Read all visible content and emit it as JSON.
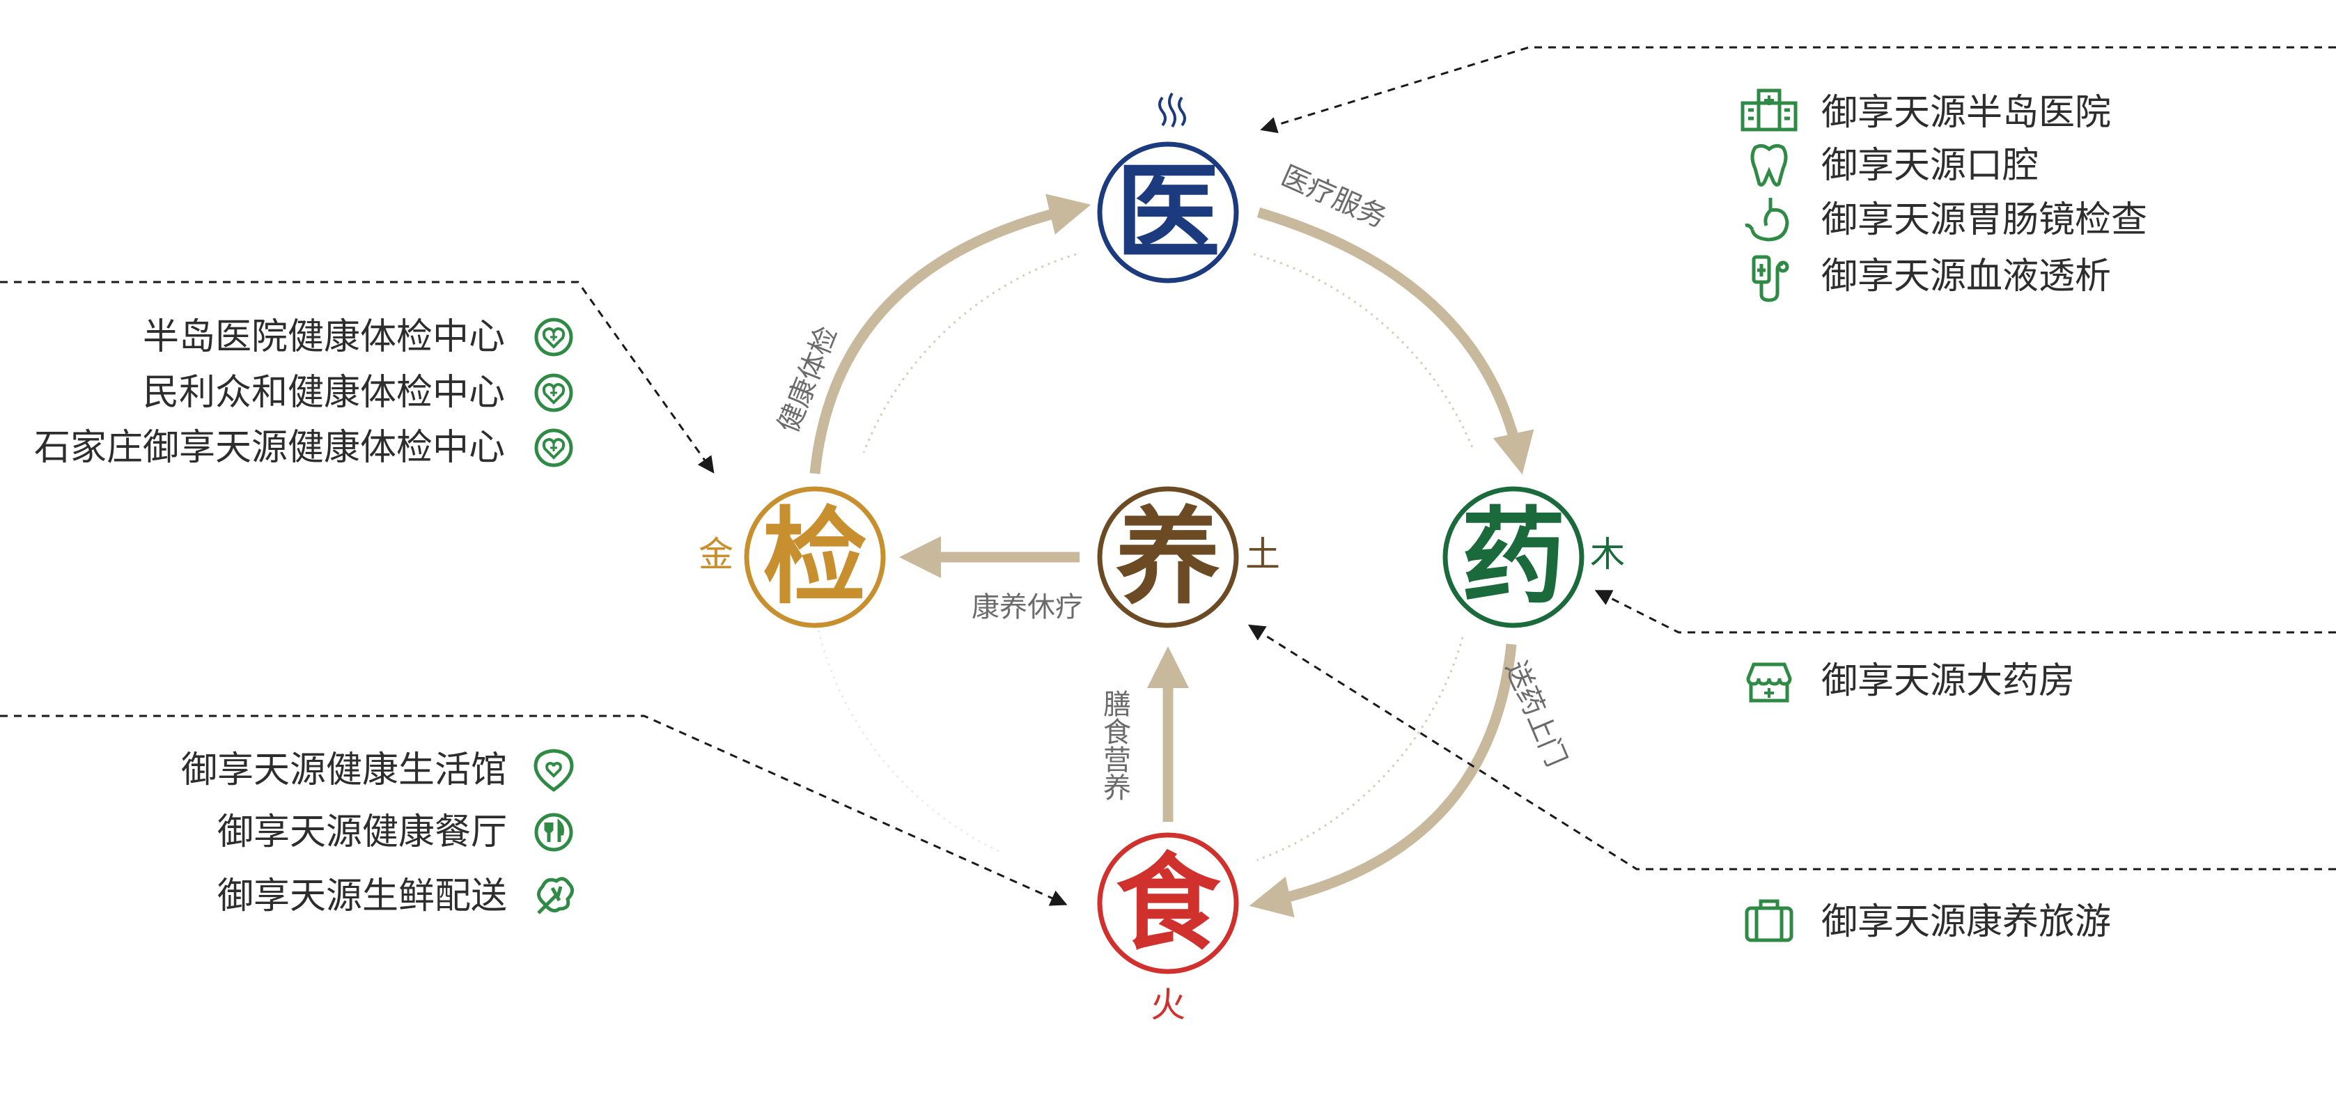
{
  "nodes": {
    "top": {
      "glyph": "医",
      "element": "水",
      "color": "#1c3b7e"
    },
    "right": {
      "glyph": "药",
      "element": "木",
      "color": "#1a6a3c"
    },
    "bottom": {
      "glyph": "食",
      "element": "火",
      "color": "#d0312d"
    },
    "left": {
      "glyph": "检",
      "element": "金",
      "color": "#c78f2e"
    },
    "center": {
      "glyph": "养",
      "element": "土",
      "color": "#6b4a24"
    }
  },
  "flow_labels": {
    "top_right": "医疗服务",
    "right_bottom": "送药上门",
    "center_left": "康养休疗",
    "bottom_center": "膳食营养",
    "left_top": "健康体检"
  },
  "services": {
    "top_right": [
      {
        "label": "御享天源半岛医院",
        "icon": "hospital-icon"
      },
      {
        "label": "御享天源口腔",
        "icon": "tooth-icon"
      },
      {
        "label": "御享天源胃肠镜检查",
        "icon": "stomach-icon"
      },
      {
        "label": "御享天源血液透析",
        "icon": "dialysis-icon"
      }
    ],
    "top_left": [
      {
        "label": "半岛医院健康体检中心",
        "icon": "heart-plus-icon"
      },
      {
        "label": "民利众和健康体检中心",
        "icon": "heart-plus-icon"
      },
      {
        "label": "石家庄御享天源健康体检中心",
        "icon": "heart-plus-icon"
      }
    ],
    "right": [
      {
        "label": "御享天源大药房",
        "icon": "pharmacy-icon"
      }
    ],
    "bottom_left": [
      {
        "label": "御享天源健康生活馆",
        "icon": "leaf-heart-icon"
      },
      {
        "label": "御享天源健康餐厅",
        "icon": "utensils-icon"
      },
      {
        "label": "御享天源生鲜配送",
        "icon": "vegetable-icon"
      }
    ],
    "bottom_right": [
      {
        "label": "御享天源康养旅游",
        "icon": "suitcase-icon"
      }
    ]
  },
  "colors": {
    "arrow": "#c9b99c",
    "icon_green": "#2f8a45",
    "dashed_line": "#1a1a1a",
    "label_gray": "#6b6b6b",
    "text_dark": "#2d2d2d"
  }
}
